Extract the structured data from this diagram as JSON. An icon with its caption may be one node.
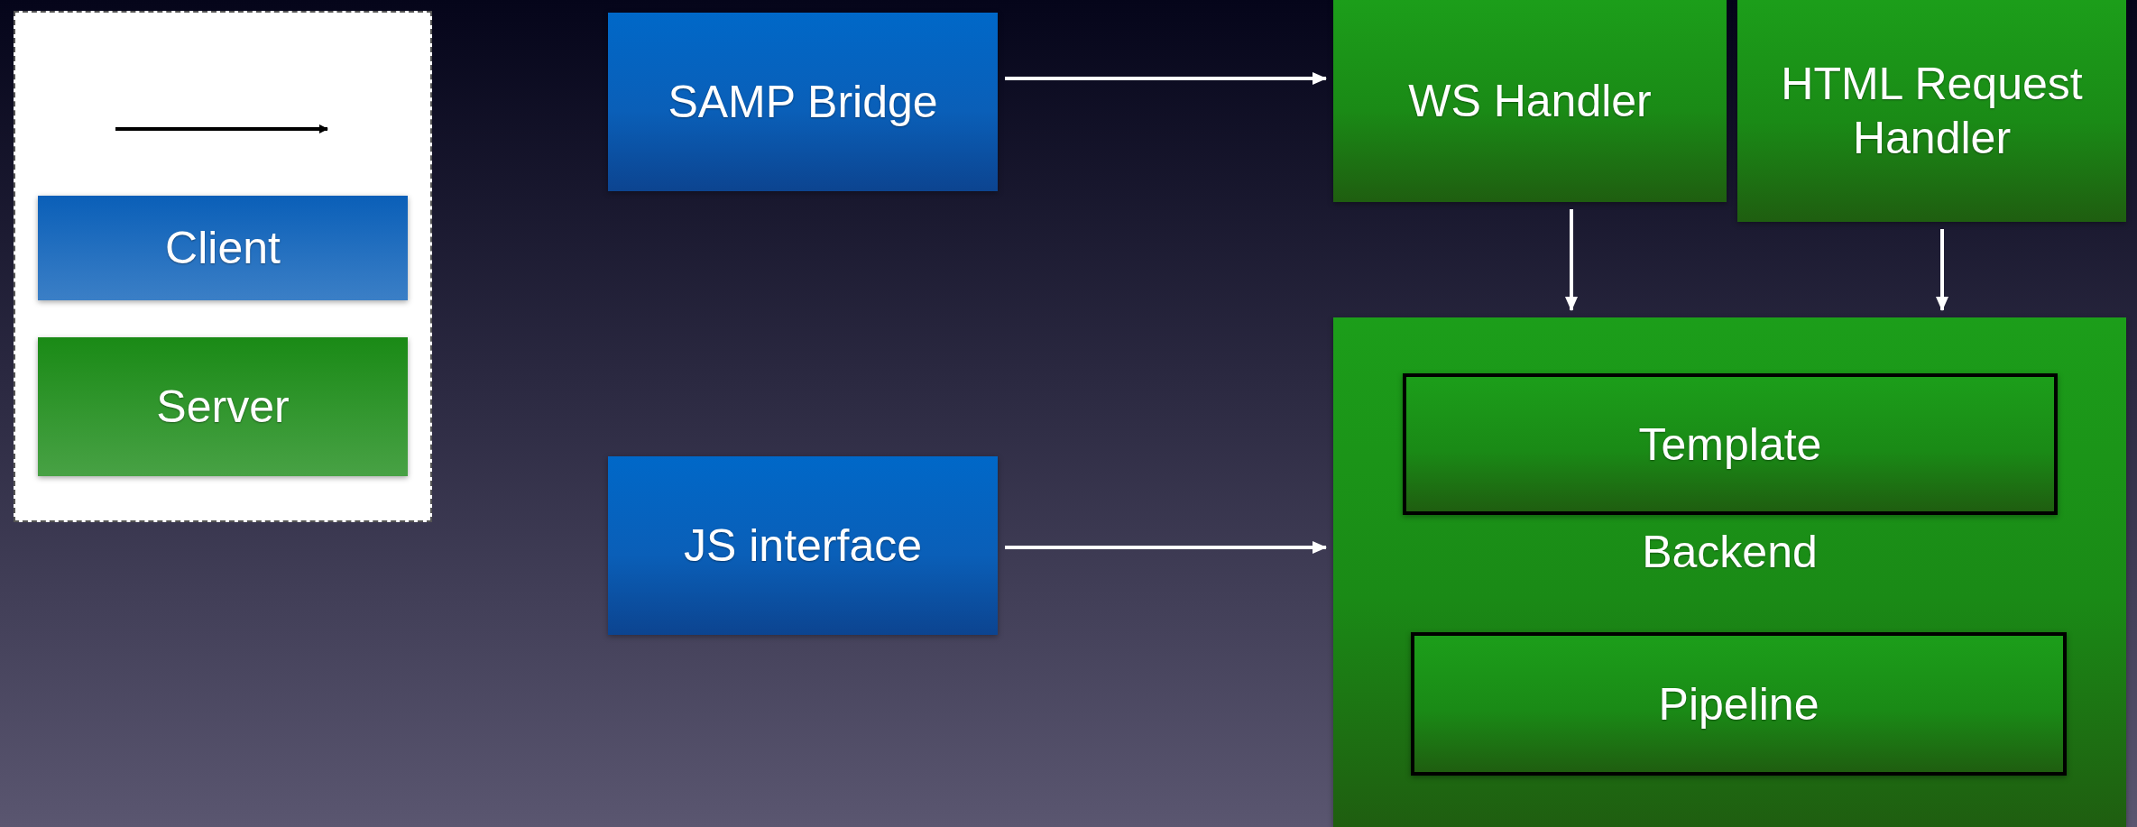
{
  "diagram": {
    "nodes": [
      {
        "text": [
          "SAMP Bridge"
        ]
      },
      {
        "text": [
          "WS Handler"
        ]
      },
      {
        "text": [
          "HTML Request Handler"
        ]
      },
      {
        "text": [
          "Backend"
        ]
      },
      {
        "text": [
          "Template"
        ],
        "in": 3
      },
      {
        "text": [
          "Pipeline"
        ],
        "in": 3
      },
      {
        "text": [
          "JS interface"
        ]
      }
    ],
    "edges": [
      {
        "from": 0,
        "to": 1,
        "arrow": "to"
      },
      {
        "from": 1,
        "to": 3,
        "arrow": "to"
      },
      {
        "from": 2,
        "to": 3,
        "arrow": "to"
      },
      {
        "from": 6,
        "to": 3,
        "arrow": "to"
      }
    ],
    "legend": [
      {
        "text": "Client",
        "color": "#0a5fb8"
      },
      {
        "text": "Server",
        "color": "#1a8a16"
      }
    ]
  }
}
